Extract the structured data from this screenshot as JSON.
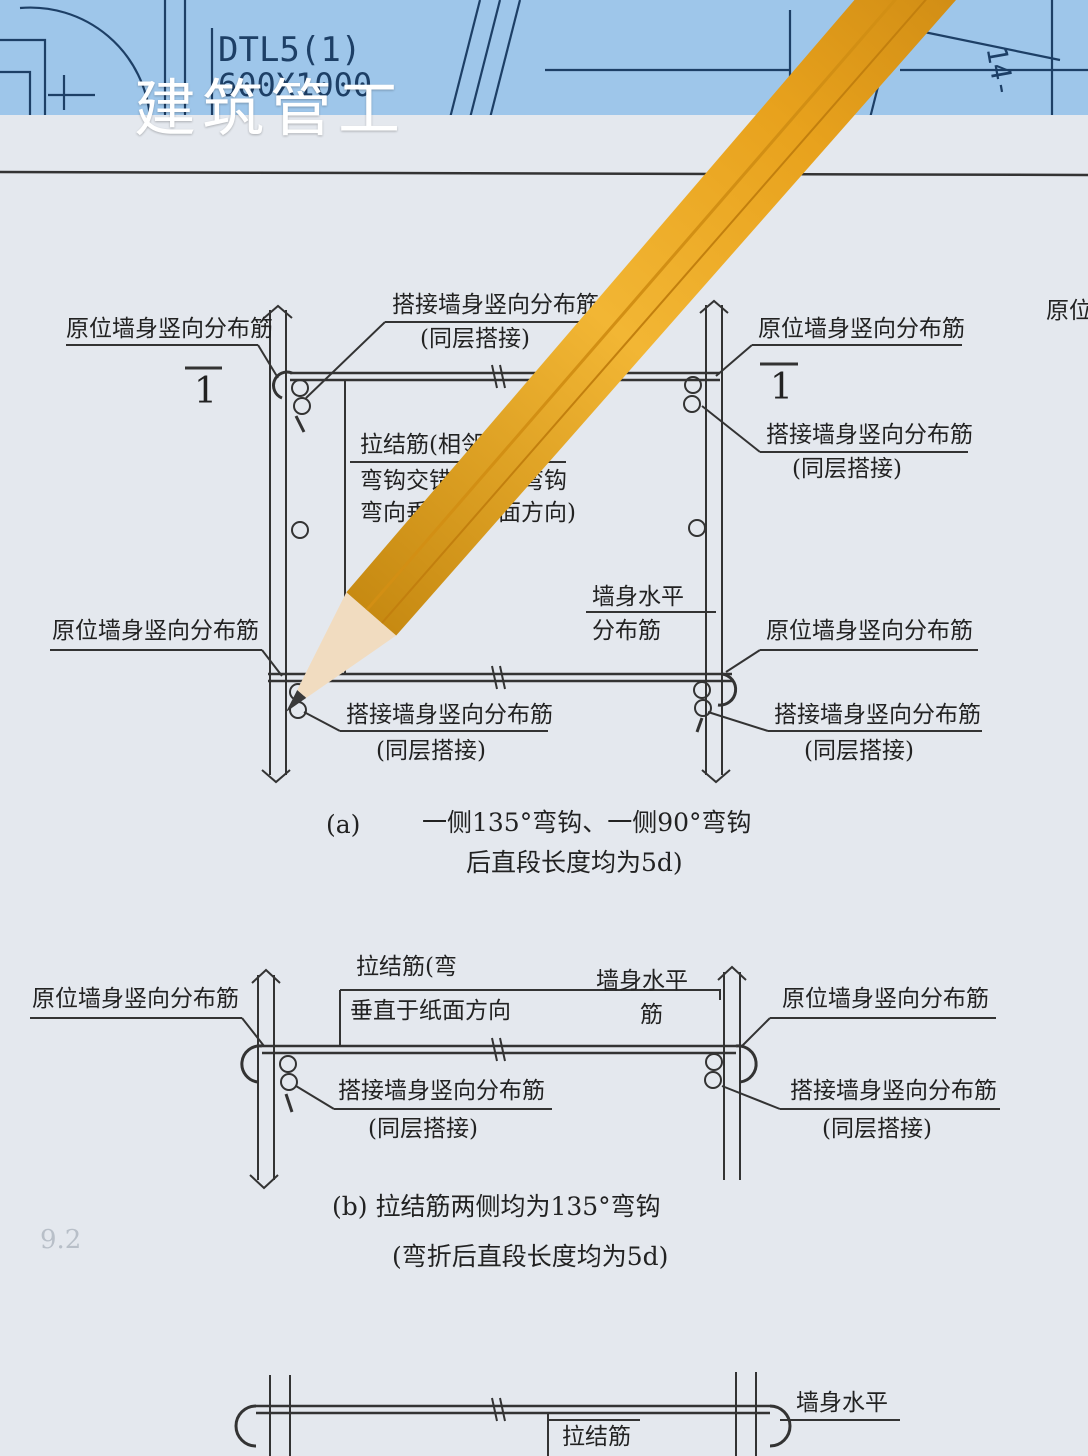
{
  "overlay": {
    "watermark": "建筑管工"
  },
  "blueprint": {
    "label1": "DTL5(1)",
    "label2": "600X1000",
    "label3": "14-"
  },
  "diagram_a": {
    "section_mark_left": "1",
    "section_mark_right": "1",
    "top_left": "原位墙身竖向分布筋",
    "top_center_line1": "搭接墙身竖向分布筋",
    "top_center_line2": "(同层搭接)",
    "top_right": "原位墙身竖向分布筋",
    "right_upper_line1": "搭接墙身竖向分布筋",
    "right_upper_line2": "(同层搭接)",
    "tie_line1": "拉结筋(相邻拉结筋",
    "tie_line2": "弯钩交错布置、弯钩",
    "tie_line3": "弯向垂直于纸面方向)",
    "horizontal_line1": "墙身水平",
    "horizontal_line2": "分布筋",
    "bottom_left": "原位墙身竖向分布筋",
    "bottom_right": "原位墙身竖向分布筋",
    "bottom_center_line1": "搭接墙身竖向分布筋",
    "bottom_center_line2": "(同层搭接)",
    "bottom_right_lap_line1": "搭接墙身竖向分布筋",
    "bottom_right_lap_line2": "(同层搭接)",
    "caption_line1_a": "(a)",
    "caption_line1_b": "一侧135°弯钩、一侧90°弯钩",
    "caption_line2": "后直段长度均为5d)"
  },
  "diagram_b": {
    "tie_line1": "拉结筋(弯",
    "tie_line2": "垂直于纸面方向",
    "horizontal_line1": "墙身水平",
    "horizontal_line2": "筋",
    "left": "原位墙身竖向分布筋",
    "right": "原位墙身竖向分布筋",
    "center_line1": "搭接墙身竖向分布筋",
    "center_line2": "(同层搭接)",
    "right_lap_line1": "搭接墙身竖向分布筋",
    "right_lap_line2": "(同层搭接)",
    "caption_line1": "(b) 拉结筋两侧均为135°弯钩",
    "caption_line2": "(弯折后直段长度均为5d)"
  },
  "diagram_c": {
    "horizontal": "墙身水平",
    "tie": "拉结筋"
  },
  "side_text": {
    "right_edge": "原位"
  }
}
